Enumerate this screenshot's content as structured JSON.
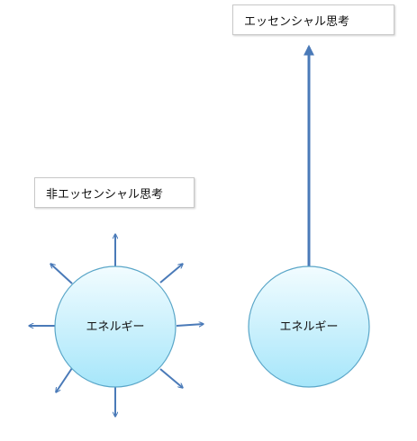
{
  "labels": {
    "essential_thinking": "エッセンシャル思考",
    "non_essential_thinking": "非エッセンシャル思考"
  },
  "nodes": {
    "left_circle_label": "エネルギー",
    "right_circle_label": "エネルギー"
  },
  "colors": {
    "arrow": "#4a7ab8",
    "circle_stroke": "#5aa6c8",
    "circle_fill_top": "#f2fcff",
    "circle_fill_bottom": "#a6e6fa",
    "box_border": "#c8c8c8"
  }
}
